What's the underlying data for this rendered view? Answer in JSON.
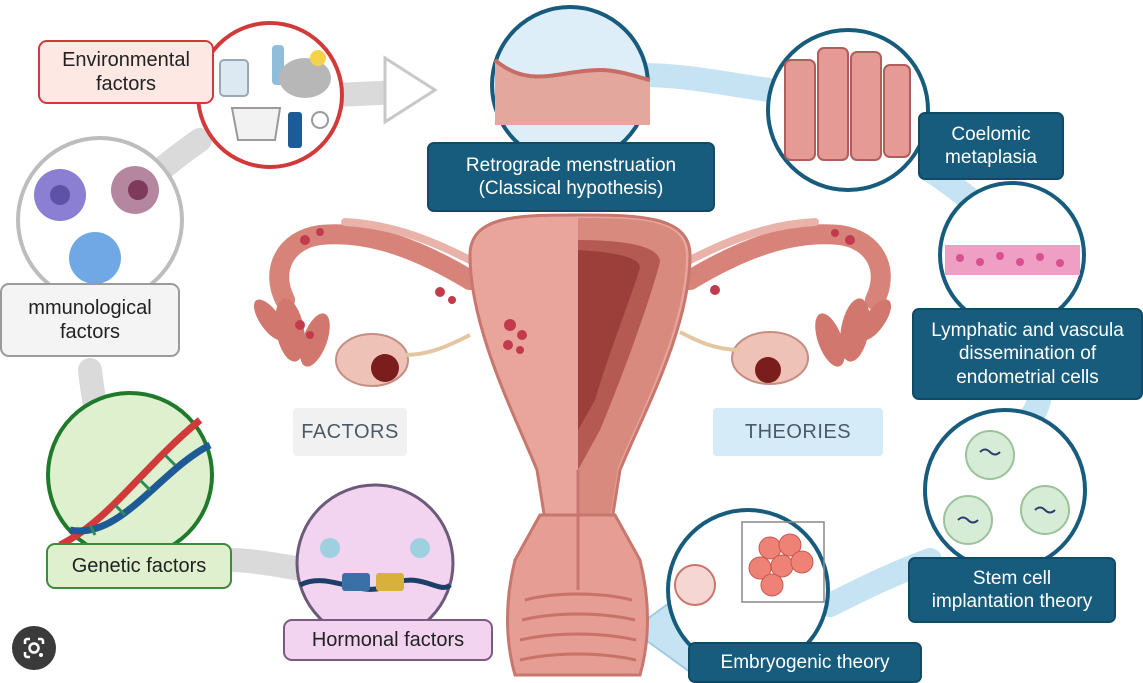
{
  "factors": {
    "environmental": "Environmental\nfactors",
    "immunological": "mmunological\nfactors",
    "genetic": "Genetic factors",
    "hormonal": "Hormonal factors",
    "section_label": "FACTORS"
  },
  "theories": {
    "retrograde": "Retrograde menstruation\n(Classical hypothesis)",
    "coelomic": "Coelomic\nmetaplasia",
    "lymphatic": "Lymphatic and vascula\ndissemination of\nendometrial cells",
    "stem_cell": "Stem cell\nimplantation theory",
    "embryogenic": "Embryogenic theory",
    "section_label": "THEORIES"
  },
  "colors": {
    "theory_box": "#175c7c",
    "arrow_left": "#dcdcdc",
    "arrow_right": "#c4e2f2",
    "uterus": "#e7a39a",
    "environmental_border": "#d23a3a",
    "genetic_fill": "#dff0cf",
    "hormonal_fill": "#f2d3f0"
  },
  "icons": {
    "lens": "google-lens-icon"
  }
}
